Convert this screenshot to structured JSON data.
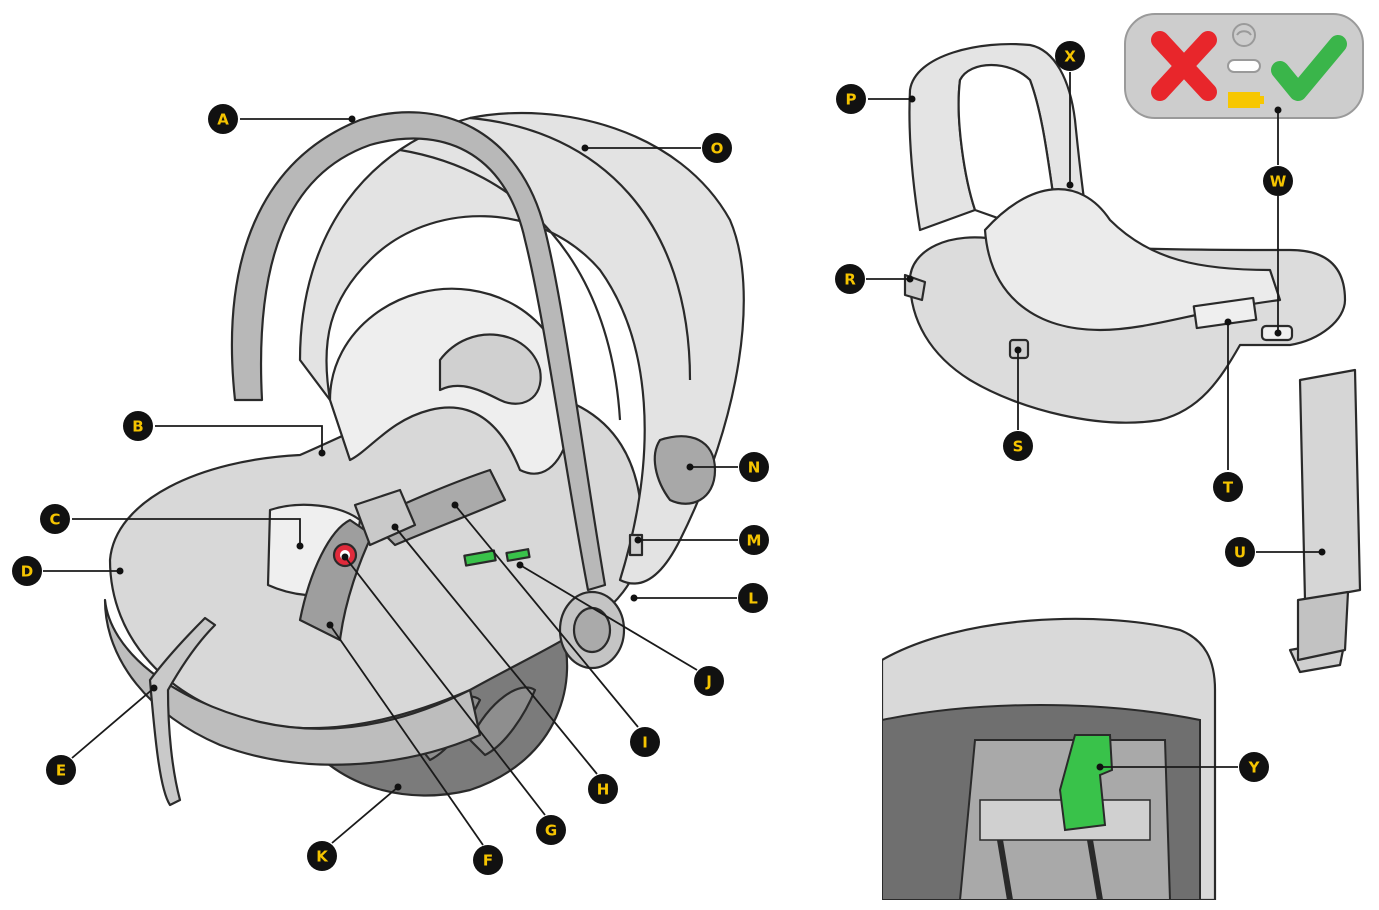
{
  "labels": {
    "A": "A",
    "B": "B",
    "C": "C",
    "D": "D",
    "E": "E",
    "F": "F",
    "G": "G",
    "H": "H",
    "I": "I",
    "J": "J",
    "K": "K",
    "L": "L",
    "M": "M",
    "N": "N",
    "O": "O",
    "P": "P",
    "R": "R",
    "S": "S",
    "T": "T",
    "U": "U",
    "W": "W",
    "X": "X",
    "Y": "Y"
  },
  "colors": {
    "outline": "#2a2a2a",
    "light_fill": "#e6e6e6",
    "mid_fill": "#cfcfcf",
    "dark_fill": "#7b7b7b",
    "handle_fill": "#b8b8b8",
    "badge": "#111111",
    "badge_text": "#f5c400",
    "indicator_red": "#e8262b",
    "indicator_green": "#3ab54a",
    "indicator_yellow": "#f7c700",
    "button_red": "#e02a3b",
    "clip_green": "#39c24a"
  },
  "icons": {
    "panel_cross": "cross-icon",
    "panel_check": "check-icon",
    "panel_sensor": "sensor-icon",
    "panel_battery": "battery-icon"
  }
}
